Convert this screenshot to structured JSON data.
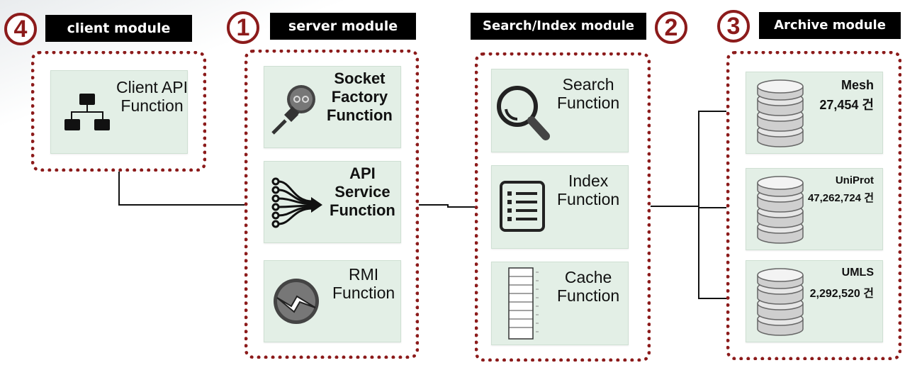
{
  "modules": {
    "client": {
      "number": "4",
      "header": "client module",
      "cards": [
        {
          "label": "Client API\nFunction",
          "icon": "hierarchy-icon"
        }
      ]
    },
    "server": {
      "number": "1",
      "header": "server module",
      "cards": [
        {
          "label": "Socket\nFactory\nFunction",
          "icon": "plug-icon"
        },
        {
          "label": "API\nService\nFunction",
          "icon": "network-flow-icon"
        },
        {
          "label": "RMI\nFunction",
          "icon": "lightning-icon"
        }
      ]
    },
    "search": {
      "number": "2",
      "header": "Search/Index module",
      "cards": [
        {
          "label": "Search\nFunction",
          "icon": "magnifier-icon"
        },
        {
          "label": "Index\nFunction",
          "icon": "list-icon"
        },
        {
          "label": "Cache\nFunction",
          "icon": "ruler-table-icon"
        }
      ]
    },
    "archive": {
      "number": "3",
      "header": "Archive module",
      "databases": [
        {
          "name": "Mesh",
          "count": "27,454 건",
          "icon": "database-icon"
        },
        {
          "name": "UniProt",
          "count": "47,262,724 건",
          "icon": "database-icon"
        },
        {
          "name": "UMLS",
          "count": "2,292,520 건",
          "icon": "database-icon"
        }
      ]
    }
  },
  "colors": {
    "accent": "#8c1b1b",
    "card_bg": "#e3efe6",
    "header_bg": "#000000"
  }
}
